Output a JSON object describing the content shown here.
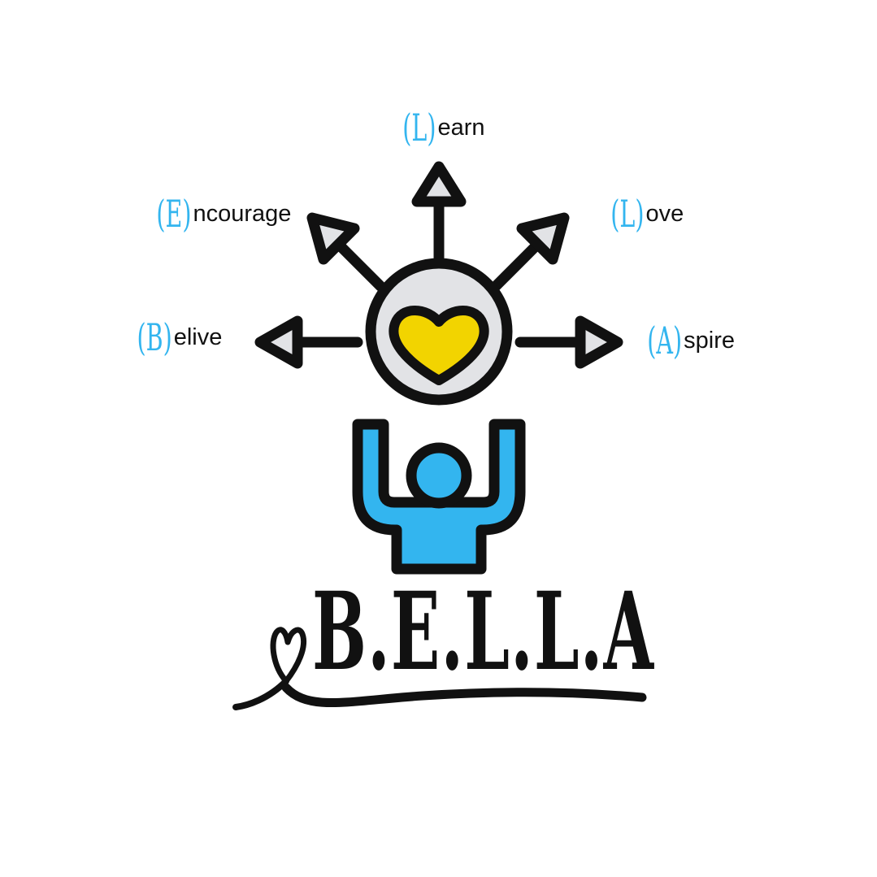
{
  "wordmark": "B.E.L.L.A",
  "values": [
    {
      "key": "learn",
      "letter": "(L)",
      "rest": "earn"
    },
    {
      "key": "encourage",
      "letter": "(E)",
      "rest": "ncourage"
    },
    {
      "key": "love",
      "letter": "(L)",
      "rest": "ove"
    },
    {
      "key": "believe",
      "letter": "(B)",
      "rest": "elive"
    },
    {
      "key": "aspire",
      "letter": "(A)",
      "rest": "spire"
    }
  ],
  "colors": {
    "accent": "#33b5ef",
    "heart": "#f2d400",
    "outline": "#111111",
    "circle_fill": "#e2e3e6"
  },
  "icons": [
    "heart-icon",
    "person-icon",
    "arrow-icon",
    "heart-flourish-icon"
  ]
}
